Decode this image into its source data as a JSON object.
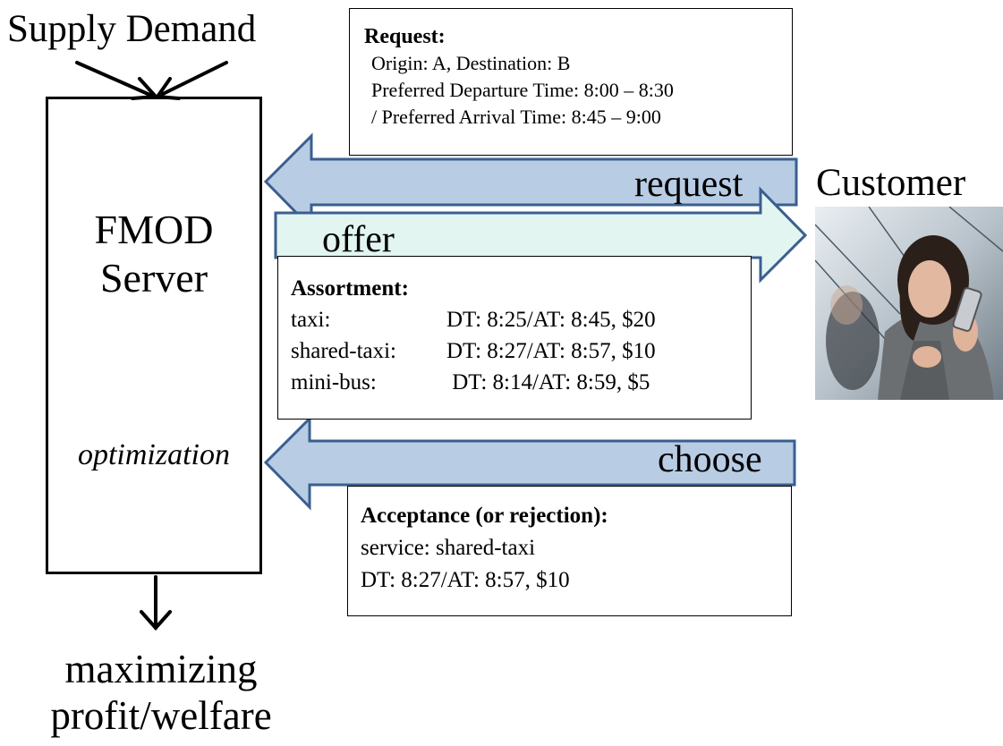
{
  "left": {
    "supply_demand": "Supply Demand",
    "server_line1": "FMOD",
    "server_line2": "Server",
    "optimization": "optimization",
    "goal_line1": "maximizing",
    "goal_line2": "profit/welfare"
  },
  "request_box": {
    "heading": "Request:",
    "lines": [
      "Origin: A, Destination: B",
      "Preferred Departure Time: 8:00 – 8:30",
      "/ Preferred Arrival Time: 8:45 – 9:00"
    ]
  },
  "arrows": {
    "request": "request",
    "offer": "offer",
    "choose": "choose"
  },
  "assortment_box": {
    "heading": "Assortment:",
    "rows": [
      {
        "service": "taxi:",
        "details": "DT: 8:25/AT: 8:45, $20"
      },
      {
        "service": "shared-taxi:",
        "details": "DT: 8:27/AT: 8:57, $10"
      },
      {
        "service": "mini-bus:",
        "details": " DT: 8:14/AT: 8:59, $5"
      }
    ]
  },
  "acceptance_box": {
    "heading": "Acceptance (or rejection):",
    "lines": [
      "service: shared-taxi",
      "DT: 8:27/AT: 8:57, $10"
    ]
  },
  "customer": {
    "label": "Customer"
  },
  "colors": {
    "blue_arrow_fill": "#b8cce4",
    "blue_arrow_stroke": "#3a5f8f",
    "green_arrow_fill": "#e2f5f0"
  }
}
